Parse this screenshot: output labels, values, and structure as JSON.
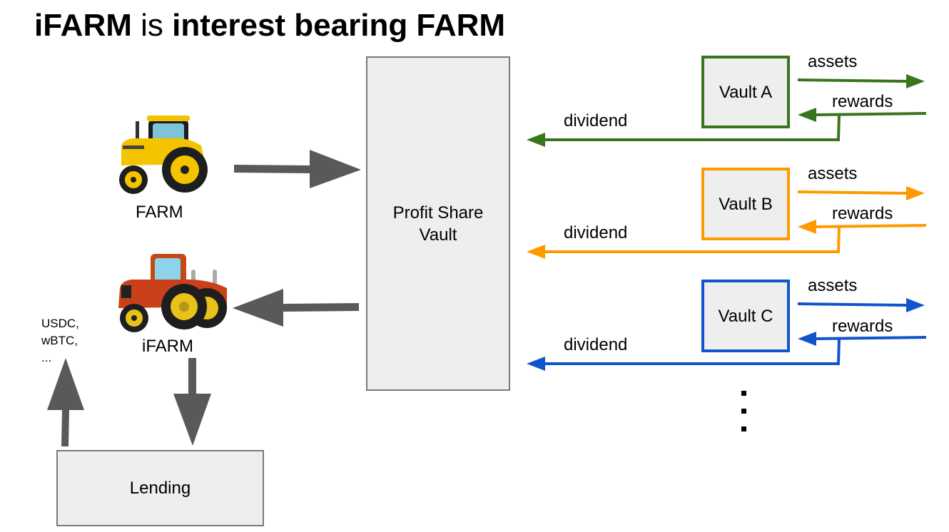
{
  "title": {
    "part1": "iFARM",
    "part2": " is ",
    "part3": "interest bearing FARM"
  },
  "tokens": {
    "farm": {
      "label": "FARM",
      "icon": "yellow-tractor-icon"
    },
    "ifarm": {
      "label": "iFARM",
      "icon": "red-tractor-icon"
    }
  },
  "profit_share_vault": {
    "label": "Profit Share Vault"
  },
  "lending": {
    "label": "Lending"
  },
  "borrowed_assets": {
    "label": "USDC,\nwBTC,\n..."
  },
  "vaults": [
    {
      "name": "Vault A",
      "color": "#38761d",
      "assets": "assets",
      "rewards": "rewards",
      "dividend": "dividend"
    },
    {
      "name": "Vault B",
      "color": "#ff9900",
      "assets": "assets",
      "rewards": "rewards",
      "dividend": "dividend"
    },
    {
      "name": "Vault C",
      "color": "#1155cc",
      "assets": "assets",
      "rewards": "rewards",
      "dividend": "dividend"
    }
  ],
  "more_vaults": {
    "indicator": "vertical-ellipsis"
  },
  "arrow_color": "#595959"
}
